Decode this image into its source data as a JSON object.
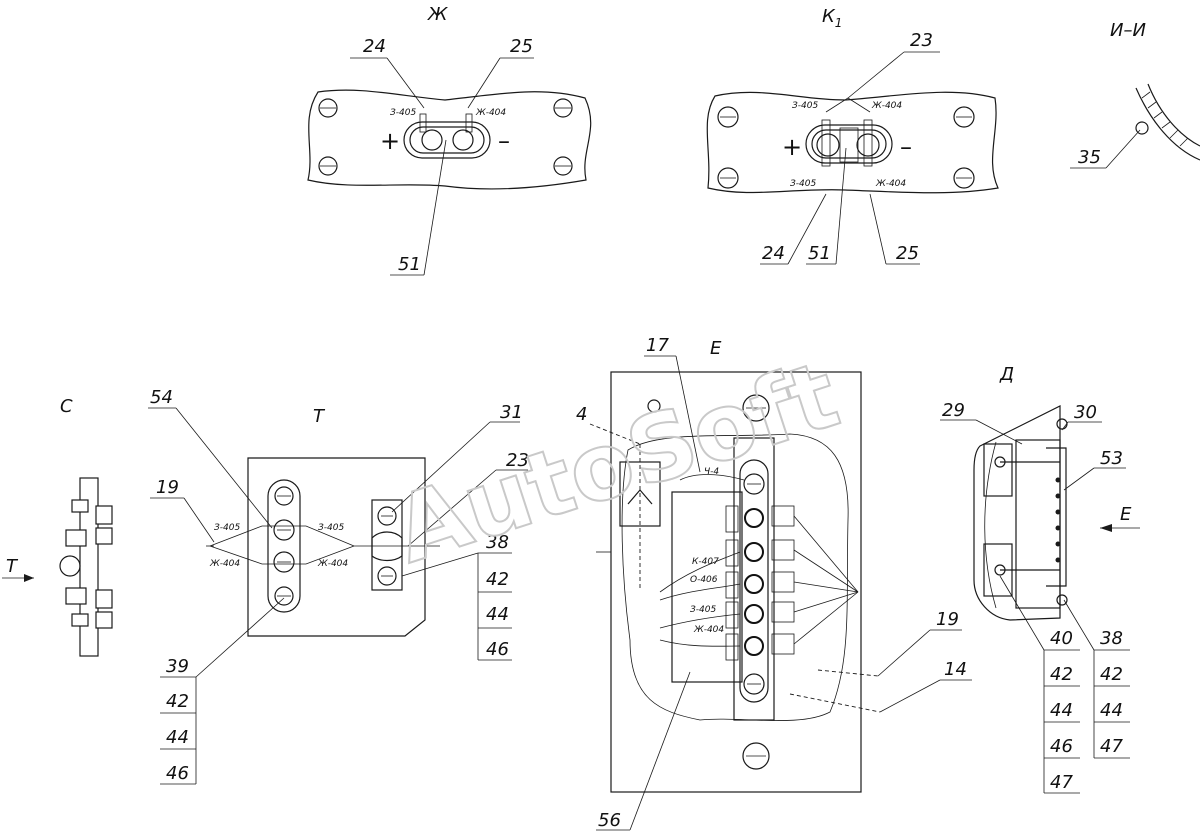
{
  "watermark": "AutoSoft",
  "views": {
    "zh": {
      "title": "Ж",
      "callouts": [
        "24",
        "25",
        "51"
      ],
      "wires": [
        "З-405",
        "Ж-404"
      ],
      "plus": "+",
      "minus": "–"
    },
    "k1": {
      "title": "К",
      "title_sub": "1",
      "callouts": [
        "23",
        "24",
        "51",
        "25"
      ],
      "wires": [
        "З-405",
        "Ж-404",
        "З-405",
        "Ж-404"
      ],
      "plus": "+",
      "minus": "–"
    },
    "ii": {
      "title": "И–И",
      "callouts": [
        "35"
      ]
    },
    "c": {
      "title": "С",
      "arrow_label": "Т"
    },
    "t": {
      "title": "Т",
      "callouts": [
        "54",
        "31",
        "19",
        "23",
        "39"
      ],
      "wires": [
        "З-405",
        "З-405",
        "Ж-404",
        "Ж-404"
      ],
      "stack_38": [
        "38",
        "42",
        "44",
        "46"
      ],
      "stack_39": [
        "39",
        "42",
        "44",
        "46"
      ]
    },
    "e": {
      "title": "Е",
      "callouts": [
        "17",
        "4",
        "19",
        "14",
        "56"
      ],
      "wires": [
        "Ч-4",
        "К-407",
        "О-406",
        "З-405",
        "Ж-404"
      ]
    },
    "d": {
      "title": "Д",
      "callouts": [
        "29",
        "30",
        "53"
      ],
      "arrow_label": "Е",
      "stack_40": [
        "40",
        "42",
        "44",
        "46",
        "47"
      ],
      "stack_38": [
        "38",
        "42",
        "44",
        "47"
      ]
    }
  }
}
